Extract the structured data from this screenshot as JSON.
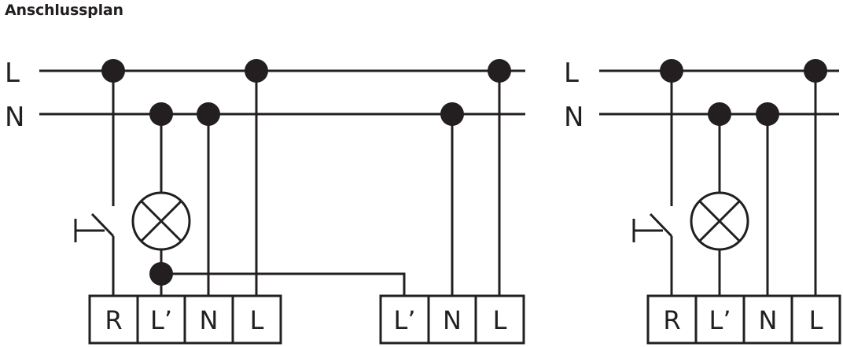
{
  "title": "Anschlussplan",
  "rails": {
    "live": "L",
    "neutral": "N"
  },
  "left_diagram": {
    "main_terminals": [
      "R",
      "L’",
      "N",
      "L"
    ],
    "aux_terminals": [
      "L’",
      "N",
      "L"
    ]
  },
  "right_diagram": {
    "terminals": [
      "R",
      "L’",
      "N",
      "L"
    ]
  }
}
